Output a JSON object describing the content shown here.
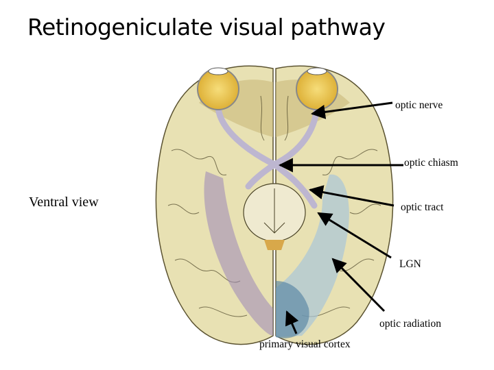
{
  "slide": {
    "title": "Retinogeniculate visual pathway",
    "view_label": "Ventral view"
  },
  "diagram": {
    "labels": {
      "optic_nerve": "optic nerve",
      "optic_chiasm": "optic chiasm",
      "optic_tract": "optic tract",
      "lgn": "LGN",
      "optic_radiation": "optic radiation",
      "primary_visual_cortex": "primary visual cortex"
    },
    "colors": {
      "brain": "#e9e2b4",
      "eye": "#f1c84a",
      "left_pathway": "#9b86b8",
      "right_pathway": "#a9c6d8",
      "cortex": "#4f7fa0"
    }
  }
}
